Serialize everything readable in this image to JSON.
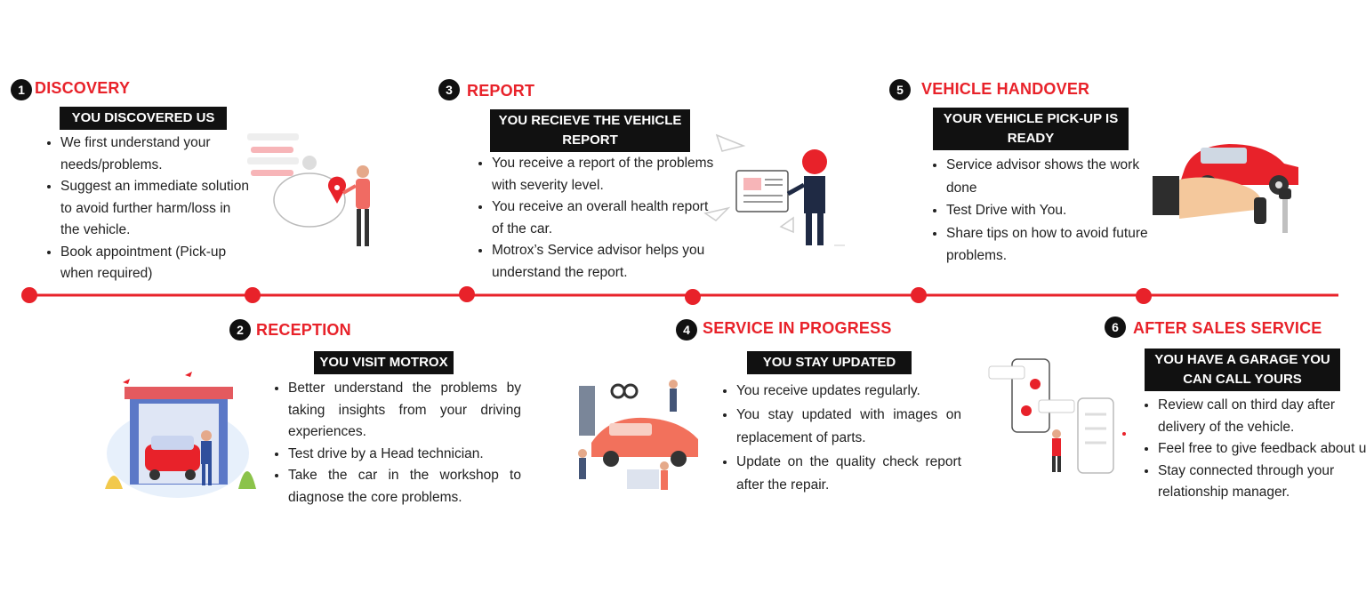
{
  "colors": {
    "accent": "#e8222a",
    "dark": "#111111",
    "text": "#222222"
  },
  "steps": [
    {
      "num": "1",
      "title": "DISCOVERY",
      "tag": "YOU DISCOVERED US",
      "points": [
        "We first understand your needs/problems.",
        "Suggest an immediate solution to avoid further harm/loss in the vehicle.",
        "Book appointment (Pick-up when required)"
      ]
    },
    {
      "num": "2",
      "title": "RECEPTION",
      "tag": "YOU VISIT MOTROX",
      "points": [
        "Better understand the problems by taking insights from your driving experiences.",
        "Test drive by a Head technician.",
        "Take the car in the workshop to diagnose the core problems."
      ]
    },
    {
      "num": "3",
      "title": "REPORT",
      "tag": "YOU RECIEVE THE VEHICLE REPORT",
      "points": [
        "You receive a report of the problems with severity level.",
        "You receive an overall health report of the car.",
        "Motrox’s Service advisor helps you understand the report."
      ]
    },
    {
      "num": "4",
      "title": "SERVICE IN PROGRESS",
      "tag": "YOU STAY UPDATED",
      "points": [
        "You receive updates regularly.",
        "You stay updated with images on replacement of parts.",
        "Update on the quality check report after the repair."
      ]
    },
    {
      "num": "5",
      "title": "VEHICLE HANDOVER",
      "tag": "YOUR VEHICLE PICK-UP IS READY",
      "points": [
        "Service advisor shows the work done",
        "Test Drive with You.",
        "Share tips on how to avoid future problems."
      ]
    },
    {
      "num": "6",
      "title": "AFTER SALES SERVICE",
      "tag": "YOU HAVE A GARAGE YOU CAN CALL YOURS",
      "points": [
        "Review call on third day after delivery of the vehicle.",
        "Feel free to give feedback about us.",
        "Stay connected through your relationship manager."
      ]
    }
  ]
}
